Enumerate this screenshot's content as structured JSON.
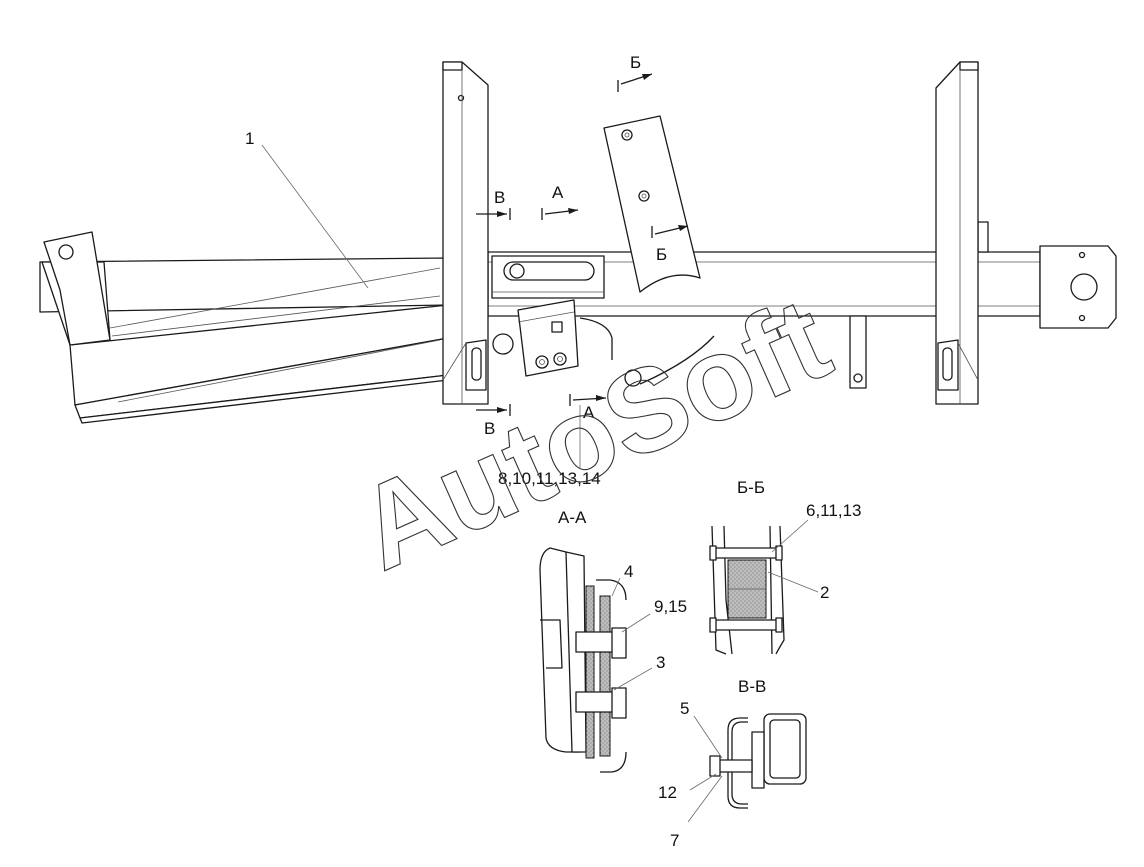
{
  "watermark": "AutoSoft",
  "callouts": {
    "part_1": "1",
    "group_top": "8,10,11,13,14",
    "aa_4": "4",
    "aa_9_15": "9,15",
    "aa_3": "3",
    "bb_6_11_13": "6,11,13",
    "bb_2": "2",
    "vv_5": "5",
    "vv_12": "12",
    "vv_7": "7"
  },
  "section_marks": {
    "b_top": "Б",
    "b_bottom": "Б",
    "a_top": "А",
    "a_bottom": "А",
    "v_top": "В",
    "v_bottom": "В"
  },
  "section_titles": {
    "aa": "А-А",
    "bb": "Б-Б",
    "vv": "В-В"
  },
  "colors": {
    "line": "#1a1a1a",
    "leader": "#6a6a6a",
    "background": "#ffffff"
  }
}
